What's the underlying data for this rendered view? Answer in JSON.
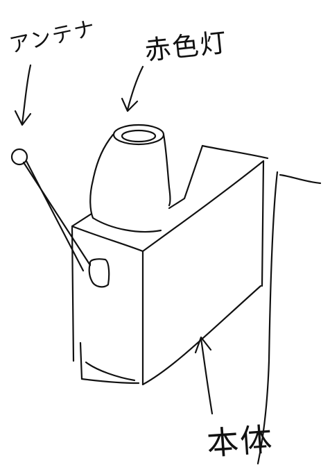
{
  "labels": {
    "antenna": "アンテナ",
    "red_light": "赤色灯",
    "body": "本体"
  },
  "colors": {
    "ink": "#111111",
    "paper": "#ffffff"
  }
}
